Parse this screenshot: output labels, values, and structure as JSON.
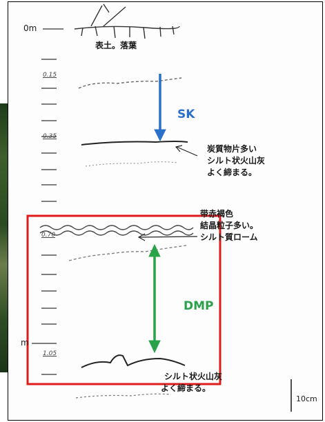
{
  "depth_labels": {
    "top": "0m",
    "bottom": "m",
    "d015": "0.15",
    "d035": "0.35",
    "d070": "0.70",
    "d105": "1.05"
  },
  "layers": {
    "sk": "SK",
    "dmp": "DMP"
  },
  "annotations": {
    "topsoil": "表土。落葉",
    "charcoal": [
      "炭質物片多い",
      "シルト状火山灰",
      "よく締まる。"
    ],
    "dmp_upper": [
      "带赤褐色",
      "結晶粒子多い。",
      "シルト質ローム"
    ],
    "dmp_lower": [
      "シルト状火山灰",
      "よく締まる。"
    ]
  },
  "scale_bar": "10cm",
  "colors": {
    "sk_arrow": "#2a6fc9",
    "dmp_arrow": "#2aa24a",
    "highlight_box": "#e01b1b"
  }
}
